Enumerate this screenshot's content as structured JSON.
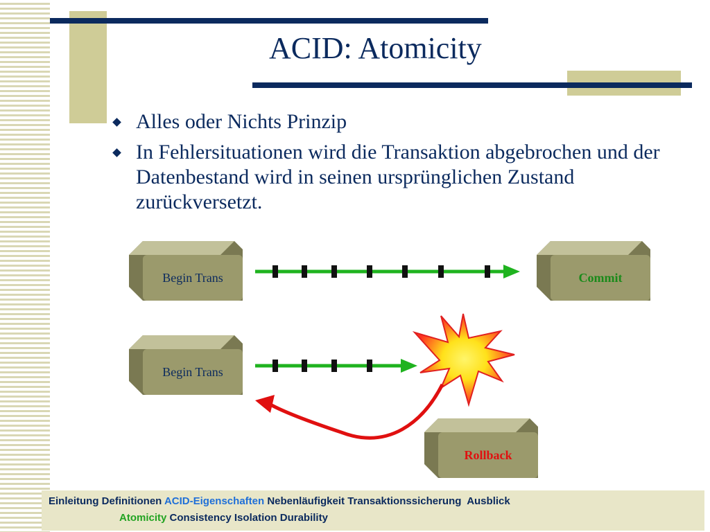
{
  "slide": {
    "title": "ACID: Atomicity",
    "bullets": [
      "Alles oder Nichts Prinzip",
      "In Fehlersituationen wird die Transaktion abgebrochen und der Datenbestand wird in seinen ursprünglichen Zustand zurückversetzt."
    ]
  },
  "diagram": {
    "begin_trans_top": "Begin Trans",
    "commit": "Commit",
    "begin_trans_bottom": "Begin Trans",
    "rollback": "Rollback"
  },
  "footer": {
    "nav1": [
      "Einleitung",
      "Definitionen",
      "ACID-Eigenschaften",
      "Nebenläufigkeit",
      "Transaktionssicherung",
      "Ausblick"
    ],
    "nav2": [
      "Atomicity",
      "Consistency",
      "Isolation",
      "Durability"
    ]
  },
  "colors": {
    "navy": "#0b2a5e",
    "khaki": "#cfcc97",
    "box_face": "#9b9a6c",
    "arrow_green": "#1fb31f",
    "commit_green": "#1a8a1a",
    "rollback_red": "#e01010",
    "active_nav_blue": "#1f6fd8",
    "active_nav_green": "#22a322"
  }
}
